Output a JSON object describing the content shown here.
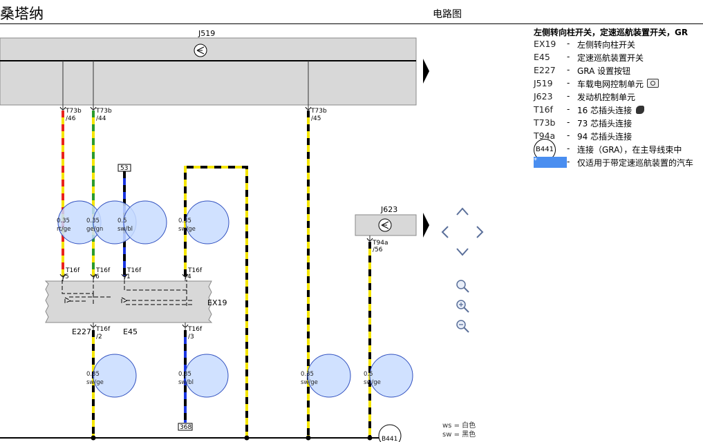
{
  "header": {
    "title": "桑塔纳",
    "subtitle": "电路图"
  },
  "legend": {
    "title": "左侧转向柱开关，定速巡航装置开关，GR",
    "items": [
      {
        "code": "EX19",
        "desc": "左侧转向柱开关"
      },
      {
        "code": "E45",
        "desc": "定速巡航装置开关"
      },
      {
        "code": "E227",
        "desc": "GRA 设置按钮"
      },
      {
        "code": "J519",
        "desc": "车载电网控制单元",
        "icon": "camera-icon"
      },
      {
        "code": "J623",
        "desc": "发动机控制单元"
      },
      {
        "code": "T16f",
        "desc": "16 芯插头连接",
        "icon": "plug-icon"
      },
      {
        "code": "T73b",
        "desc": "73 芯插头连接"
      },
      {
        "code": "T94a",
        "desc": "94 芯插头连接"
      },
      {
        "code": "B441",
        "desc": "连接（GRA），在主导线束中"
      },
      {
        "code": "*",
        "desc": "仅适用于带定速巡航装置的汽车"
      }
    ]
  },
  "units": {
    "J519": "J519",
    "J623": "J623",
    "EX19": "EX19",
    "E227": "E227",
    "E45": "E45",
    "B441": "B441"
  },
  "pins": {
    "t73b_46": [
      "T73b",
      "/46"
    ],
    "t73b_44": [
      "T73b",
      "/44"
    ],
    "t73b_45": [
      "T73b",
      "/45"
    ],
    "t94a_56": [
      "T94a",
      "/56"
    ],
    "t16f_5": [
      "T16f",
      "/5"
    ],
    "t16f_6": [
      "T16f",
      "/6"
    ],
    "t16f_1": [
      "T16f",
      "/1"
    ],
    "t16f_4": [
      "T16f",
      "/4"
    ],
    "t16f_2": [
      "T16f",
      "/2"
    ],
    "t16f_3": [
      "T16f",
      "/3"
    ]
  },
  "refs": {
    "ref53": "53",
    "ref368": "368"
  },
  "wires": {
    "w1": [
      "0.35",
      "rt/ge"
    ],
    "w2": [
      "0.35",
      "ge/gn"
    ],
    "w3": [
      "0.5",
      "sw/bl"
    ],
    "w4": [
      "0.35",
      "sw/ge"
    ],
    "w5": [
      "0.35",
      "sw/ge"
    ],
    "w6": [
      "0.35",
      "sw/bl"
    ],
    "w7": [
      "0.35",
      "sw/ge"
    ],
    "w8": [
      "0.5",
      "sw/ge"
    ]
  },
  "color_key": [
    {
      "abbr": "ws",
      "name": "白色"
    },
    {
      "abbr": "sw",
      "name": "黑色"
    }
  ],
  "colors": {
    "unit_fill": "#d8d8d8",
    "bubble_fill": "#c8dcff",
    "bubble_stroke": "#2f4fbf",
    "yellow": "#f5e600",
    "red": "#e8231d",
    "green": "#2b9a2e",
    "blue": "#1a35e0",
    "black": "#000000"
  },
  "nav_icons": [
    "up-arrow-icon",
    "left-arrow-icon",
    "right-arrow-icon",
    "down-arrow-icon",
    "zoom-icon",
    "zoom-in-icon",
    "zoom-out-icon"
  ]
}
